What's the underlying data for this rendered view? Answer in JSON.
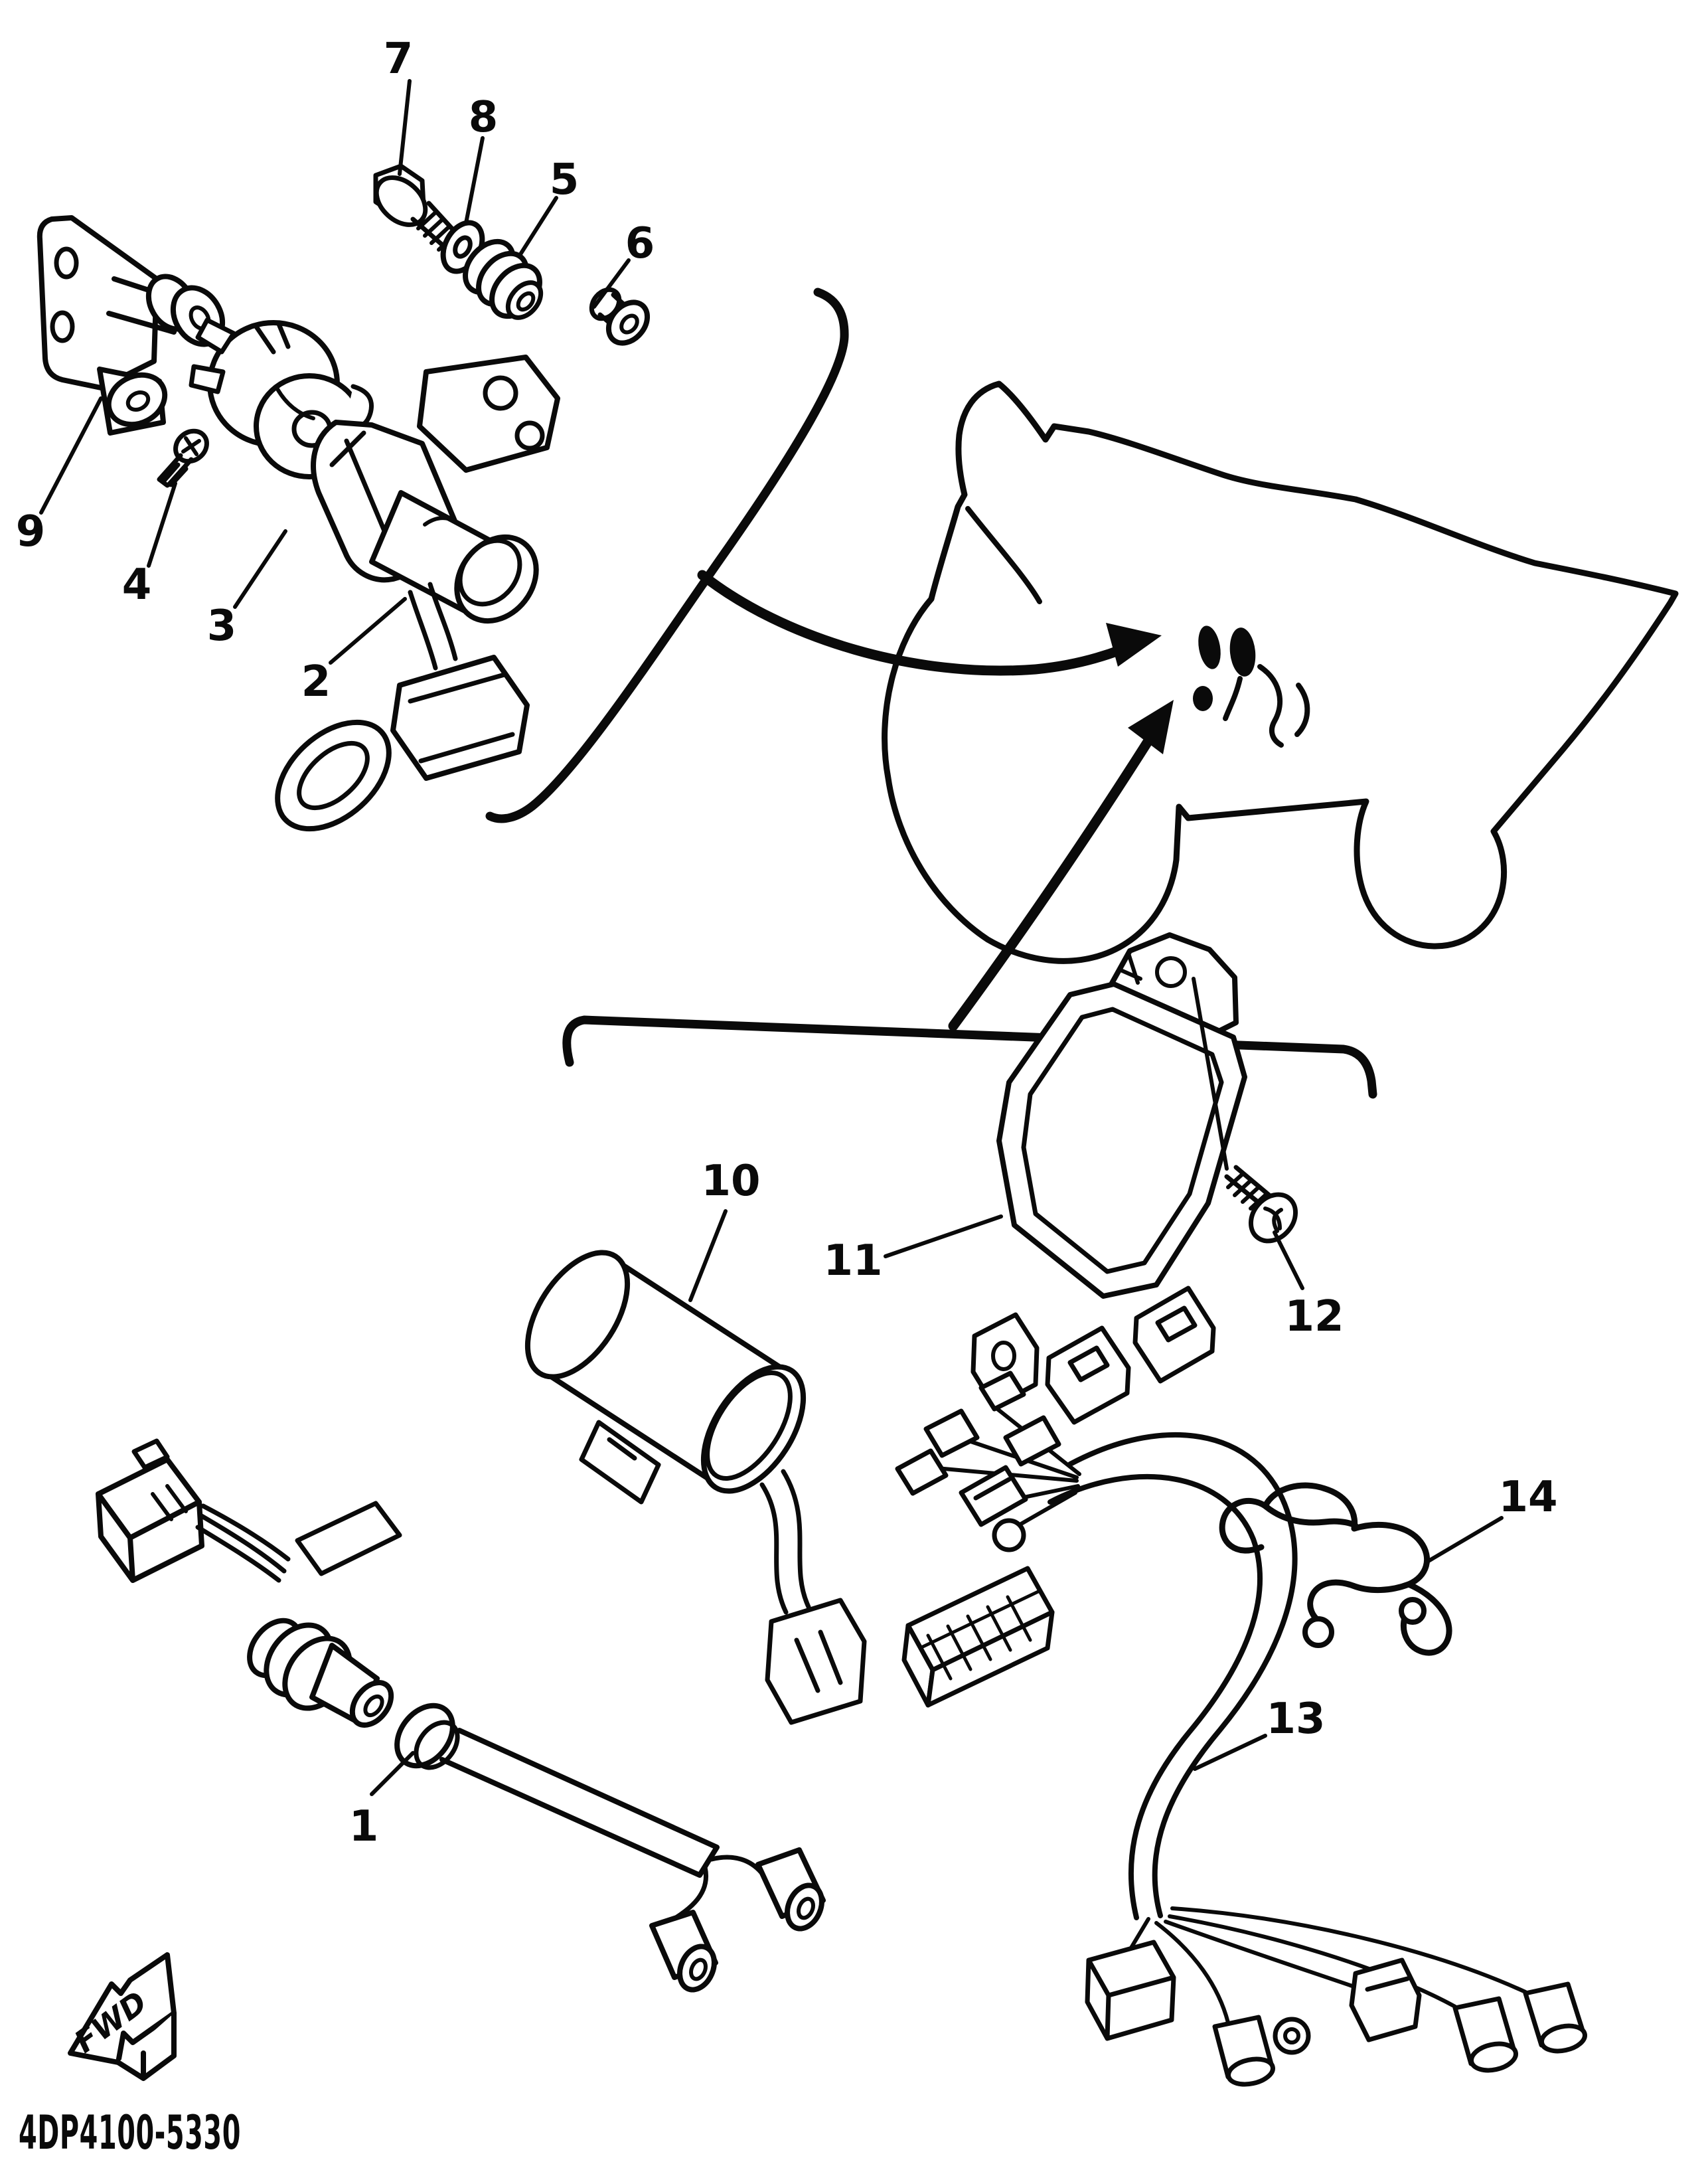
{
  "canvas": {
    "background": "#ffffff",
    "ink": "#0a0a0a"
  },
  "labels": {
    "l1": "1",
    "l2": "2",
    "l3": "3",
    "l4": "4",
    "l5": "5",
    "l6": "6",
    "l7": "7",
    "l8": "8",
    "l9": "9",
    "l10": "10",
    "l11": "11",
    "l12": "12",
    "l13": "13",
    "l14": "14"
  },
  "fwd_marker": {
    "label": "FWD"
  },
  "footer": {
    "drawing_code": "4DP4100-5330"
  }
}
